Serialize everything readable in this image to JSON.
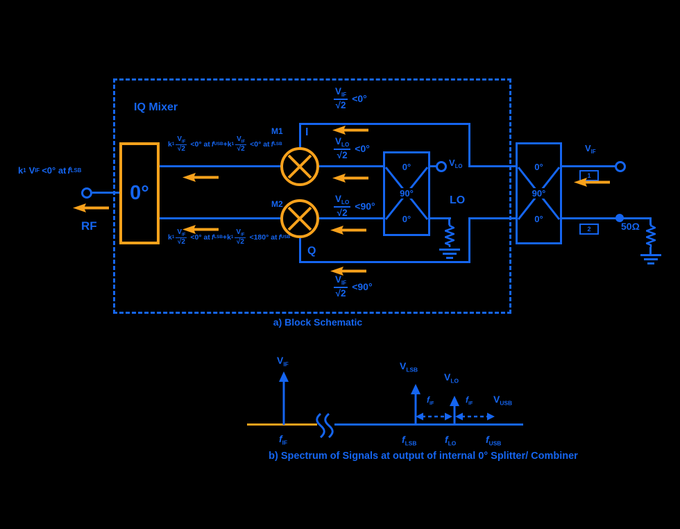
{
  "colors": {
    "blue": "#1565f0",
    "orange": "#f9a21c",
    "background": "#000000"
  },
  "block_schematic": {
    "caption": "a) Block Schematic",
    "iq_mixer_label": "IQ Mixer",
    "rf_output_formula": {
      "k": "k",
      "k_sub": "1",
      "v": "V",
      "v_sub": "IF",
      "angle": "<0° at",
      "f": "f",
      "f_sub": "LSB"
    },
    "rf_port_label": "RF",
    "combiner_phase": "0°",
    "i_branch_formula": {
      "k1": "k",
      "k1_sub": "1",
      "v1": "V",
      "v1_sub": "IF",
      "den1": "√2",
      "angle1": "<0° at",
      "f1": "f",
      "f1_sub": "USB",
      "plus": "+",
      "k2": "k",
      "k2_sub": "1",
      "v2": "V",
      "v2_sub": "IF",
      "den2": "√2",
      "angle2": "<0° at",
      "f2": "f",
      "f2_sub": "LSB"
    },
    "q_branch_formula": {
      "k1": "k",
      "k1_sub": "1",
      "v1": "V",
      "v1_sub": "IF",
      "den1": "√2",
      "angle1": "<0° at",
      "f1": "f",
      "f1_sub": "LSB",
      "plus": "+",
      "k2": "k",
      "k2_sub": "1",
      "v2": "V",
      "v2_sub": "IF",
      "den2": "√2",
      "angle2": "<180° at",
      "f2": "f",
      "f2_sub": "USB"
    },
    "mixer1_label": "M1",
    "mixer1_port": "I",
    "mixer2_label": "M2",
    "mixer2_port": "Q",
    "if_i_label": {
      "v": "V",
      "v_sub": "IF",
      "den": "√2",
      "angle": "<0°"
    },
    "if_q_label": {
      "v": "V",
      "v_sub": "IF",
      "den": "√2",
      "angle": "<90°"
    },
    "lo_i_label": {
      "v": "V",
      "v_sub": "LO",
      "den": "√2",
      "angle": "<0°"
    },
    "lo_q_label": {
      "v": "V",
      "v_sub": "LO",
      "den": "√2",
      "angle": "<90°"
    },
    "lo_hybrid": {
      "top_phase": "0°",
      "mid_phase": "90°",
      "bottom_phase": "0°"
    },
    "lo_port_label": {
      "v": "V",
      "sub": "LO"
    },
    "lo_label": "LO",
    "if_hybrid": {
      "top_phase": "0°",
      "mid_phase": "90°",
      "bottom_phase": "0°"
    },
    "if_port_label": {
      "v": "V",
      "sub": "IF"
    },
    "port1_label": "1",
    "port2_label": "2",
    "termination_label": "50Ω"
  },
  "spectrum": {
    "caption": "b) Spectrum of Signals at output of internal 0° Splitter/ Combiner",
    "signals": [
      {
        "v": "V",
        "v_sub": "IF",
        "f": "f",
        "f_sub": "IF",
        "rel_height": 77
      },
      {
        "v": "V",
        "v_sub": "LSB",
        "f": "f",
        "f_sub": "LSB",
        "rel_height": 59
      },
      {
        "v": "V",
        "v_sub": "LO",
        "f": "f",
        "f_sub": "LO",
        "rel_height": 42
      },
      {
        "v": "V",
        "v_sub": "USB",
        "f": "f",
        "f_sub": "USB",
        "rel_height": 0
      }
    ],
    "spacing1": {
      "f": "f",
      "sub": "IF"
    },
    "spacing2": {
      "f": "f",
      "sub": "IF"
    }
  }
}
